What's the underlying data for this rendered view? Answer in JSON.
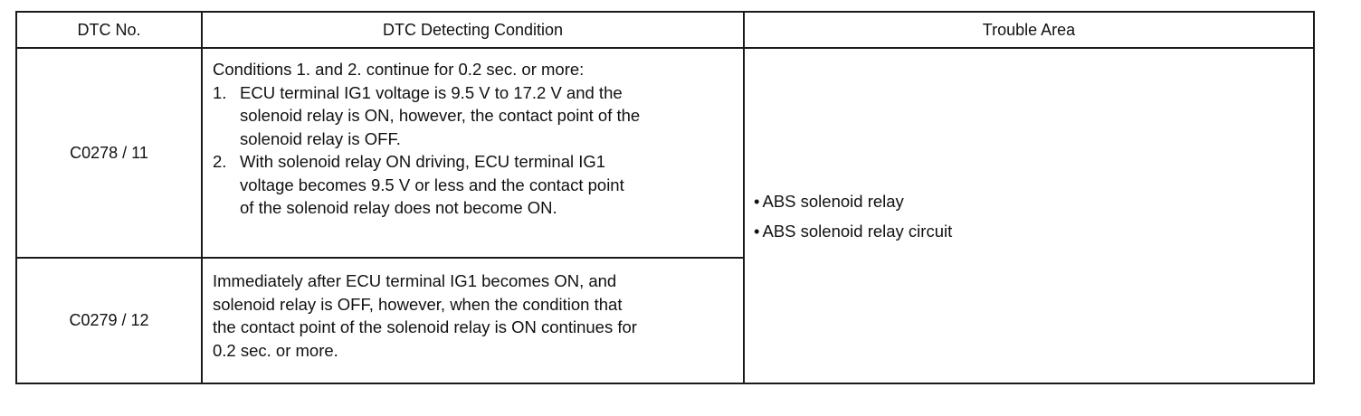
{
  "table": {
    "headers": {
      "dtc_no": "DTC No.",
      "condition": "DTC Detecting Condition",
      "trouble_area": "Trouble Area"
    },
    "rows": [
      {
        "dtc_no": "C0278 / 11",
        "condition_intro": "Conditions 1. and 2. continue for 0.2 sec. or more:",
        "condition_items": [
          {
            "num": "1.",
            "lines": [
              "ECU terminal IG1 voltage is 9.5 V to 17.2 V and the",
              "solenoid relay is ON, however, the contact point of the",
              "solenoid relay is OFF."
            ]
          },
          {
            "num": "2.",
            "lines": [
              "With solenoid relay ON driving, ECU terminal IG1",
              "voltage becomes 9.5 V or less and the contact point",
              "of the solenoid relay does not become ON."
            ]
          }
        ]
      },
      {
        "dtc_no": "C0279 / 12",
        "condition_lines": [
          "Immediately after ECU terminal IG1 becomes ON, and",
          "solenoid relay is OFF, however, when the condition that",
          "the contact point of the solenoid relay is ON continues for",
          "0.2 sec. or more."
        ]
      }
    ],
    "trouble_area": {
      "bullet": "•",
      "items": [
        "ABS solenoid relay",
        "ABS solenoid relay circuit"
      ]
    }
  }
}
